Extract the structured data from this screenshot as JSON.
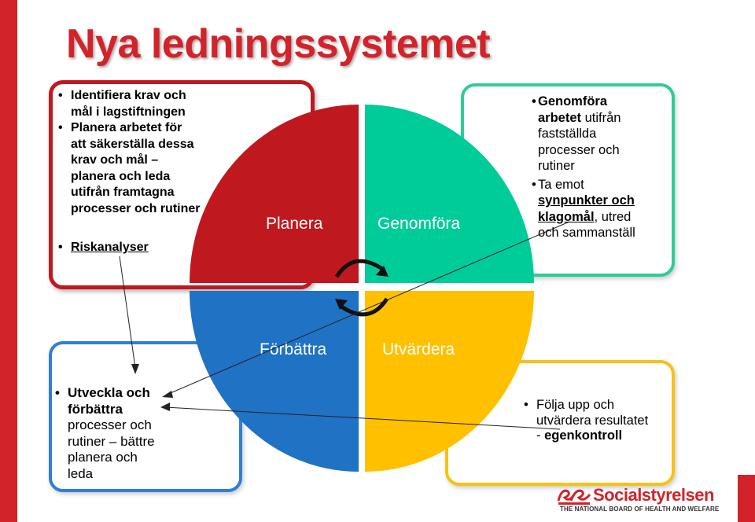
{
  "title": "Nya ledningssystemet",
  "colors": {
    "red": "#c0181f",
    "green": "#00cc99",
    "blue": "#1f72c4",
    "yellow": "#ffc000",
    "accent": "#d2232a"
  },
  "quadrants": {
    "planera": "Planera",
    "genomfora": "Genomföra",
    "forbattra": "Förbättra",
    "utvardera": "Utvärdera"
  },
  "planera_box": {
    "b1_l1": "Identifiera krav och",
    "b1_l2_bold": "mål",
    "b1_l2_rest": " i lagstiftningen",
    "b2_l1_bold": "Planera arbetet",
    "b2_l1_rest": " för",
    "b2_l2": "att säkerställa dessa",
    "b2_l3": "krav och mål –",
    "b2_l4": "planera och leda",
    "b2_l5": "utifrån framtagna",
    "b2_l6": "processer och rutiner",
    "b3": "Riskanalyser"
  },
  "genomfora_box": {
    "b1_l1": "Genomföra",
    "b1_l2_bold": "arbetet",
    "b1_l2_rest": " utifrån",
    "b1_l3": "fastställda",
    "b1_l4": "processer och",
    "b1_l5": "rutiner",
    "b2_l1": "Ta emot",
    "b2_l2": "synpunkter och",
    "b2_l3_u": "klagomål",
    "b2_l3_rest": ", utred",
    "b2_l4": "och sammanställ"
  },
  "forbattra_box": {
    "l1": "Utveckla och",
    "l2": "förbättra",
    "l3": "processer och",
    "l4": "rutiner – bättre",
    "l5": "planera och",
    "l6": "leda"
  },
  "utvardera_box": {
    "l1": "Följa upp och",
    "l2": "utvärdera resultatet",
    "l3_plain": "- ",
    "l3_bold": "egenkontroll"
  },
  "logo": {
    "name": "Socialstyrelsen",
    "tagline": "THE NATIONAL BOARD OF HEALTH AND WELFARE",
    "icon": "socialstyrelsen-logo-icon"
  },
  "icons": {
    "bullet": "•",
    "cycle": "cycle-arrows-icon"
  }
}
